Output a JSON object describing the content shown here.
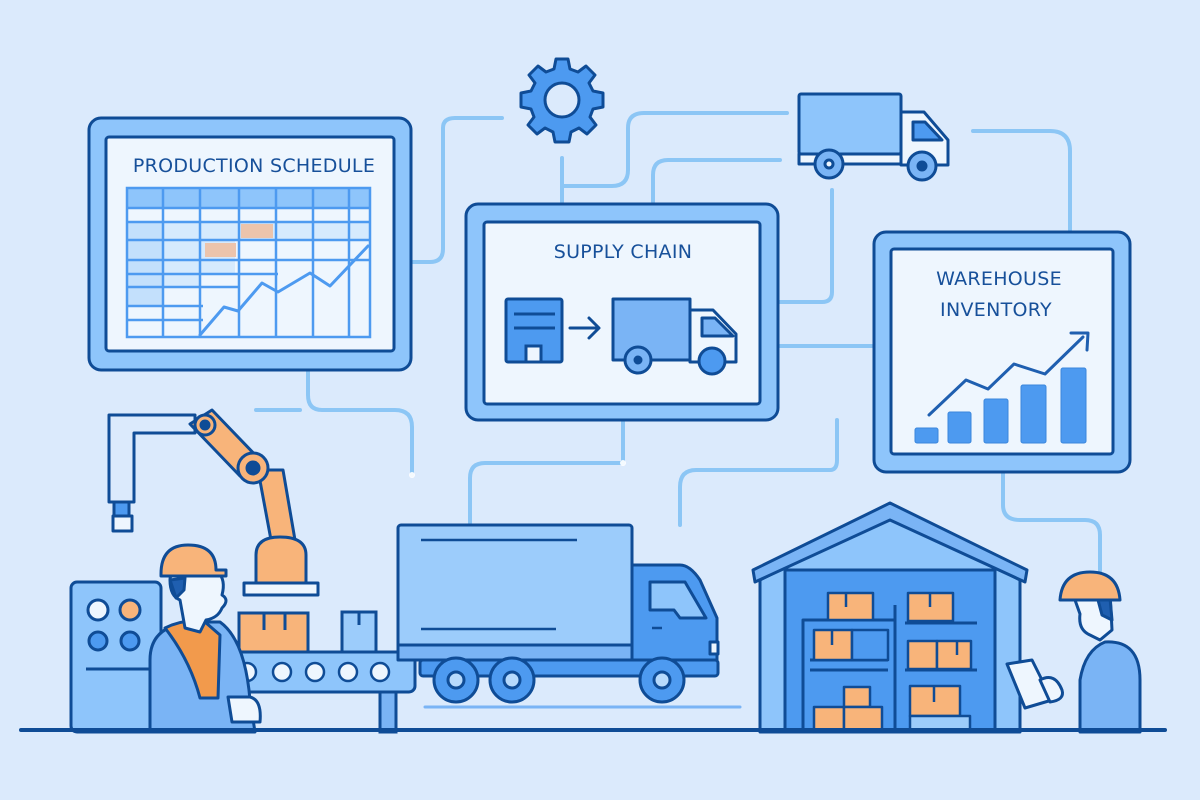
{
  "colors": {
    "background": "#dbeafc",
    "outline": "#0f4c96",
    "panel_frame": "#8ec5fb",
    "panel_screen": "#eef6fe",
    "accent_blue": "#4d9af0",
    "light_blue": "#9cccfb",
    "connector": "#8cc6f5",
    "orange": "#f8b47a",
    "orange_dark": "#f29a4c",
    "highlight_cell": "#ecc4ac"
  },
  "panels": {
    "production_schedule": {
      "title": "PRODUCTION SCHEDULE",
      "table": {
        "columns": 7,
        "rows": 8,
        "highlighted_cells": [
          [
            2,
            3
          ],
          [
            3,
            2
          ]
        ]
      },
      "trend_line": [
        [
          0,
          0
        ],
        [
          1,
          1.7
        ],
        [
          1.3,
          1.4
        ],
        [
          2,
          3.1
        ],
        [
          2.5,
          2.5
        ],
        [
          3.4,
          4
        ],
        [
          3.8,
          3.3
        ],
        [
          4.9,
          5.6
        ]
      ]
    },
    "supply_chain": {
      "title": "SUPPLY CHAIN",
      "flow": [
        "factory-icon",
        "arrow-right-icon",
        "truck-icon"
      ]
    },
    "warehouse_inventory": {
      "title_line1": "WAREHOUSE",
      "title_line2": "INVENTORY"
    }
  },
  "chart_data": {
    "type": "bar",
    "title": "WAREHOUSE INVENTORY",
    "categories": [
      "1",
      "2",
      "3",
      "4",
      "5"
    ],
    "values": [
      1,
      2.5,
      3.5,
      4.5,
      6
    ],
    "trend_line": [
      1.5,
      3,
      2.4,
      4.3,
      3.8,
      6.3
    ],
    "xlabel": "",
    "ylabel": "",
    "grid": false
  },
  "scene": {
    "icons": [
      "gear-icon",
      "delivery-truck-icon",
      "robot-arm",
      "conveyor-belt",
      "factory-worker",
      "large-truck",
      "warehouse-building",
      "warehouse-worker-with-tablet"
    ],
    "conveyor_rollers": 5,
    "control_panel_buttons": 4
  }
}
